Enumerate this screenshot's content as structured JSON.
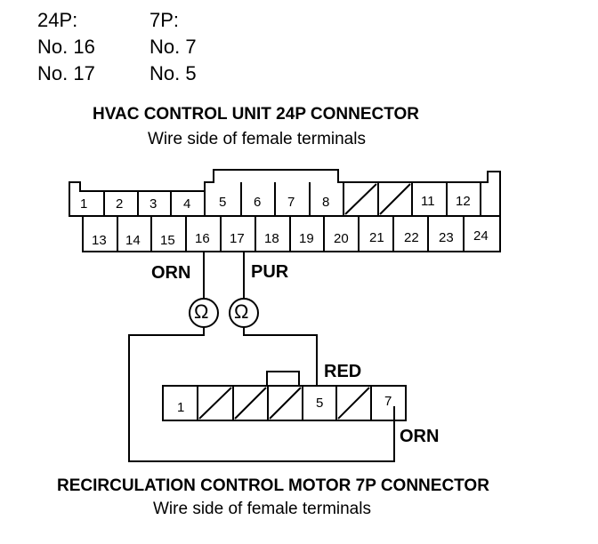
{
  "pin_table": {
    "col1_header": "24P:",
    "col2_header": "7P:",
    "rows": [
      {
        "p24": "No. 16",
        "p7": "No. 7"
      },
      {
        "p24": "No. 17",
        "p7": "No. 5"
      }
    ]
  },
  "hvac_connector": {
    "title": "HVAC CONTROL UNIT 24P CONNECTOR",
    "subtitle": "Wire side of female terminals",
    "top_row": [
      "1",
      "2",
      "3",
      "4",
      "5",
      "6",
      "7",
      "8",
      "",
      "",
      "11",
      "12"
    ],
    "bottom_row": [
      "13",
      "14",
      "15",
      "16",
      "17",
      "18",
      "19",
      "20",
      "21",
      "22",
      "23",
      "24"
    ]
  },
  "wires": {
    "orn_top": "ORN",
    "pur": "PUR",
    "red": "RED",
    "orn_bottom": "ORN"
  },
  "meters": [
    {
      "symbol": "Ω"
    },
    {
      "symbol": "Ω"
    }
  ],
  "motor_connector": {
    "title": "RECIRCULATION CONTROL MOTOR 7P CONNECTOR",
    "subtitle": "Wire side of female terminals",
    "cells": [
      "1",
      "",
      "",
      "",
      "5",
      "",
      "7"
    ]
  }
}
